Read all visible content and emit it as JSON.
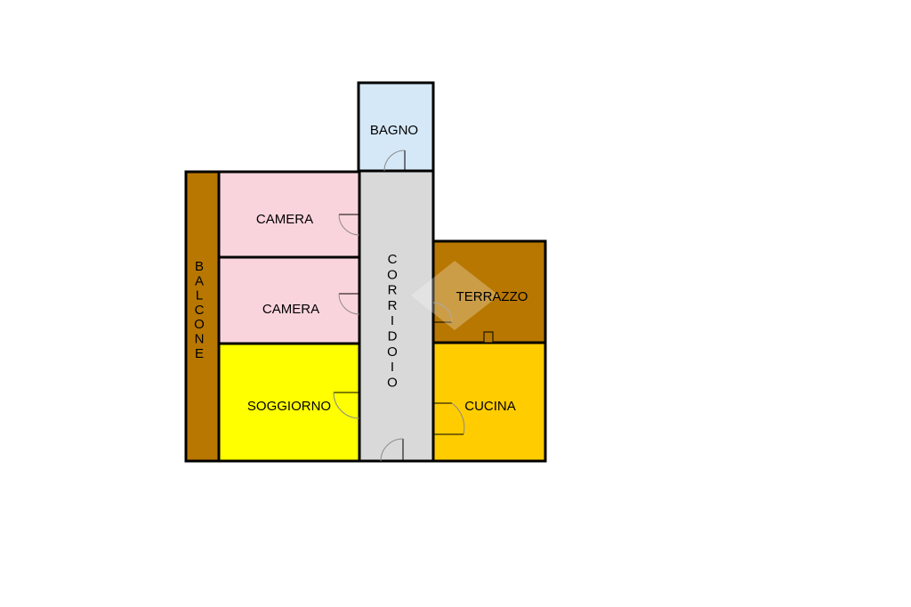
{
  "plan": {
    "rooms": {
      "bagno": {
        "label": "BAGNO",
        "color": "#d5e8f7"
      },
      "camera_1": {
        "label": "CAMERA",
        "color": "#fad4dc"
      },
      "camera_2": {
        "label": "CAMERA",
        "color": "#fad4dc"
      },
      "soggiorno": {
        "label": "SOGGIORNO",
        "color": "#ffff00"
      },
      "corridoio": {
        "label": "CORRIDOIO",
        "color": "#d9d9d9"
      },
      "terrazzo": {
        "label": "TERRAZZO",
        "color": "#b87700"
      },
      "cucina": {
        "label": "CUCINA",
        "color": "#ffcc00"
      },
      "balcone": {
        "label": "BALCONE",
        "color": "#b87700"
      }
    },
    "wall_color": "#000000"
  }
}
